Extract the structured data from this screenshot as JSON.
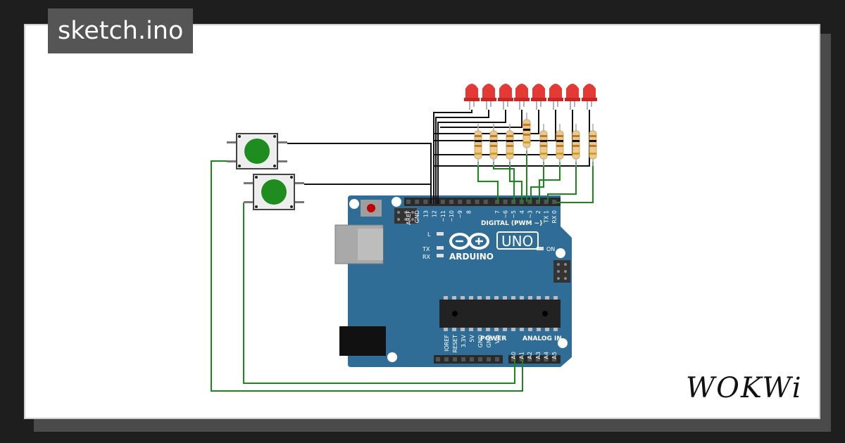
{
  "sketch": {
    "title": "sketch.ino"
  },
  "brand": {
    "logo_text": "WOKWi"
  },
  "board": {
    "model": "UNO",
    "maker": "ARDUINO",
    "digital_header_label": "DIGITAL (PWM ~)",
    "power_label": "POWER",
    "analog_label": "ANALOG IN",
    "on_label": "ON",
    "led_labels": [
      "L",
      "TX",
      "RX"
    ],
    "top_pins": [
      "AREF",
      "GND",
      "13",
      "12",
      "~11",
      "~10",
      "~9",
      "8",
      "7",
      "~6",
      "~5",
      "4",
      "~3",
      "2",
      "TX 1",
      "RX 0"
    ],
    "power_pins": [
      "IOREF",
      "RESET",
      "3.3V",
      "5V",
      "GND",
      "GND",
      "Vin"
    ],
    "analog_pins": [
      "A0",
      "A1",
      "A2",
      "A3",
      "A4",
      "A5"
    ]
  },
  "components": {
    "led_count": 8,
    "resistor_count": 8,
    "button_count": 2
  },
  "colors": {
    "board": "#2f6d96",
    "led": "#e53935",
    "button": "#1e8c1e",
    "wire_black": "#111111",
    "wire_green": "#188a18"
  }
}
